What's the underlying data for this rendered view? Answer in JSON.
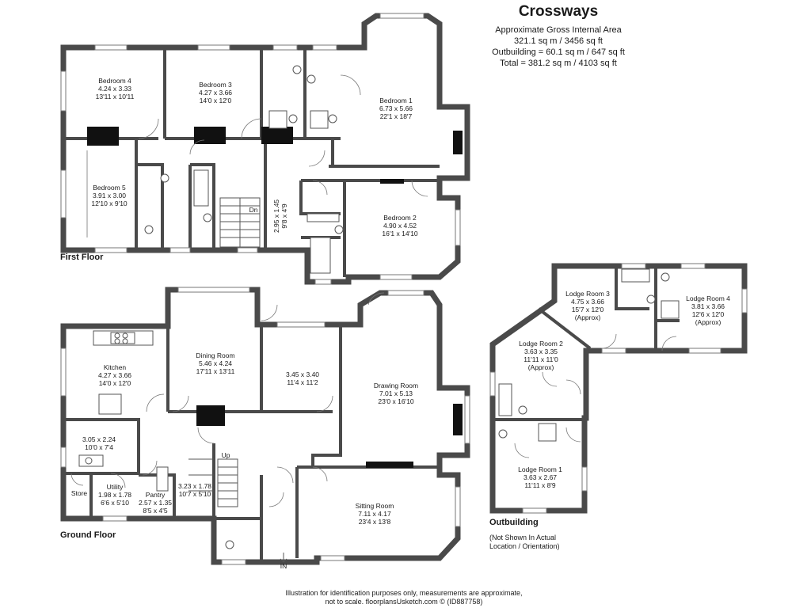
{
  "header": {
    "title": "Crossways",
    "area_heading": "Approximate Gross Internal Area",
    "area_main": "321.1 sq m / 3456 sq ft",
    "area_outbuilding": "Outbuilding = 60.1 sq m / 647 sq ft",
    "area_total": "Total = 381.2 sq m / 4103 sq ft"
  },
  "floors": {
    "first": "First Floor",
    "ground": "Ground Floor",
    "outbuilding": "Outbuilding",
    "outbuilding_note_1": "(Not Shown In Actual",
    "outbuilding_note_2": "Location / Orientation)"
  },
  "rooms": {
    "bedroom4": [
      "Bedroom 4",
      "4.24 x 3.33",
      "13'11 x 10'11"
    ],
    "bedroom3": [
      "Bedroom 3",
      "4.27 x 3.66",
      "14'0 x 12'0"
    ],
    "bedroom1": [
      "Bedroom 1",
      "6.73 x 5.66",
      "22'1 x 18'7"
    ],
    "bedroom5": [
      "Bedroom 5",
      "3.91 x 3.00",
      "12'10 x 9'10"
    ],
    "bedroom2": [
      "Bedroom 2",
      "4.90 x 4.52",
      "16'1 x 14'10"
    ],
    "landing_small": [
      "2.95 x 1.45",
      "9'8 x 4'9"
    ],
    "stairs_dn": "Dn",
    "kitchen": [
      "Kitchen",
      "4.27 x 3.66",
      "14'0 x 12'0"
    ],
    "dining": [
      "Dining Room",
      "5.46 x 4.24",
      "17'11 x 13'11"
    ],
    "study": [
      "3.45 x 3.40",
      "11'4 x 11'2"
    ],
    "drawing": [
      "Drawing Room",
      "7.01 x 5.13",
      "23'0 x 16'10"
    ],
    "breakfast": [
      "3.05 x 2.24",
      "10'0 x 7'4"
    ],
    "store": "Store",
    "utility": [
      "Utility",
      "1.98 x 1.78",
      "6'6 x 5'10"
    ],
    "pantry": [
      "Pantry",
      "2.57 x 1.35",
      "8'5 x 4'5"
    ],
    "hall": [
      "3.23 x 1.78",
      "10'7 x 5'10"
    ],
    "stairs_up": "Up",
    "sitting": [
      "Sitting Room",
      "7.11 x 4.17",
      "23'4 x 13'8"
    ],
    "entrance": "IN",
    "lodge3": [
      "Lodge Room 3",
      "4.75 x 3.66",
      "15'7 x 12'0",
      "(Approx)"
    ],
    "lodge4": [
      "Lodge Room 4",
      "3.81 x 3.66",
      "12'6 x 12'0",
      "(Approx)"
    ],
    "lodge2": [
      "Lodge Room 2",
      "3.63 x 3.35",
      "11'11 x 11'0",
      "(Approx)"
    ],
    "lodge1": [
      "Lodge Room 1",
      "3.63 x 2.67",
      "11'11 x 8'9"
    ]
  },
  "footer": {
    "line1": "Illustration for identification purposes only, measurements are approximate,",
    "line2": "not to scale. floorplansUsketch.com © (ID887758)"
  }
}
